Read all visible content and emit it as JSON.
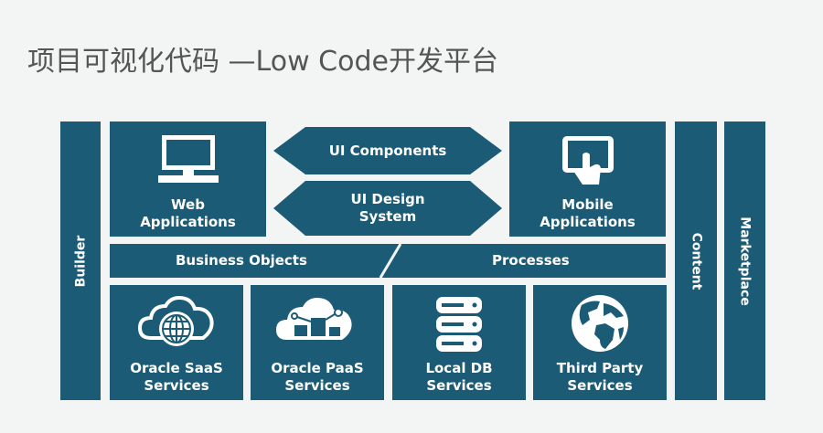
{
  "title": "项目可视化代码 —Low Code开发平台",
  "left_bar": {
    "label": "Builder"
  },
  "right_bars": [
    {
      "label": "Content"
    },
    {
      "label": "Marketplace"
    }
  ],
  "top_left": {
    "line1": "Web",
    "line2": "Applications",
    "icon": "desktop-monitor-icon"
  },
  "top_right": {
    "line1": "Mobile",
    "line2": "Applications",
    "icon": "tablet-touch-icon"
  },
  "center": [
    {
      "line1": "UI Components",
      "line2": ""
    },
    {
      "line1": "UI Design",
      "line2": "System"
    }
  ],
  "middle_row": {
    "left": "Business Objects",
    "right": "Processes"
  },
  "bottom": [
    {
      "line1": "Oracle SaaS",
      "line2": "Services",
      "icon": "cloud-globe-icon"
    },
    {
      "line1": "Oracle PaaS",
      "line2": "Services",
      "icon": "cloud-cubes-icon"
    },
    {
      "line1": "Local DB",
      "line2": "Services",
      "icon": "database-icon"
    },
    {
      "line1": "Third Party",
      "line2": "Services",
      "icon": "globe-earth-icon"
    }
  ],
  "colors": {
    "block": "#1c5b76",
    "background": "#f3f4f4",
    "title": "#555555"
  }
}
